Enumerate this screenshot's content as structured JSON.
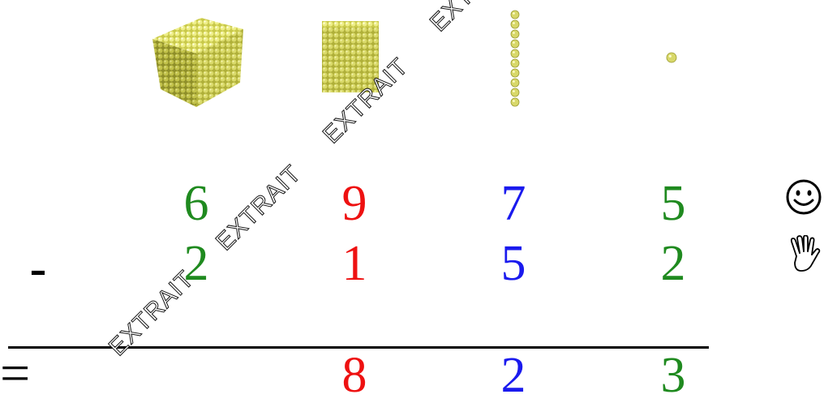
{
  "materials": {
    "thousand": "cube-of-beads",
    "hundred": "square-of-beads",
    "ten": "bar-of-beads",
    "unit": "single-bead",
    "bead_color": "#dede6a"
  },
  "operation": {
    "minuend": [
      "6",
      "9",
      "7",
      "5"
    ],
    "subtrahend": [
      "2",
      "1",
      "5",
      "2"
    ],
    "result": [
      "",
      "8",
      "2",
      "3"
    ],
    "minus_sign": "-",
    "equals_sign": "="
  },
  "colors": {
    "thousands": "#1f8a1f",
    "hundreds": "#ee1111",
    "tens": "#1a1aee",
    "units": "#1f8a1f"
  },
  "side_icons": {
    "top": "smiley-face-icon",
    "bottom": "open-hand-icon"
  },
  "watermark": {
    "text": "EXTRAIT"
  }
}
